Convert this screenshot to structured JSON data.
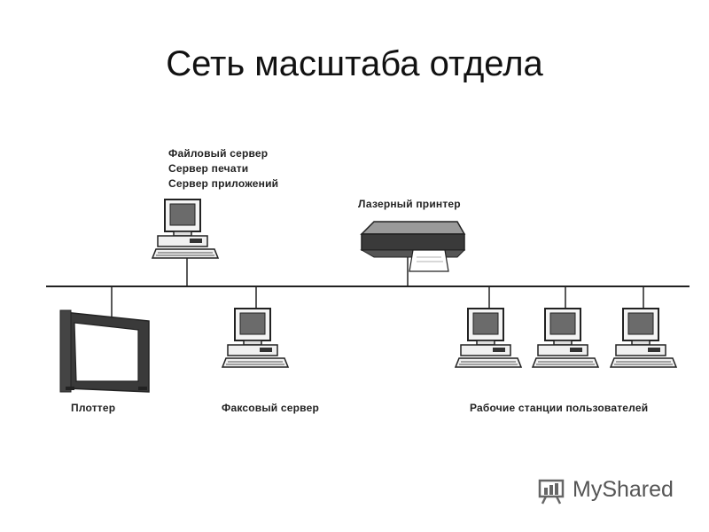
{
  "slide": {
    "title": "Сеть масштаба отдела"
  },
  "labels": {
    "server_line1": "Файловый сервер",
    "server_line2": "Сервер печати",
    "server_line3": "Сервер приложений",
    "printer": "Лазерный принтер",
    "plotter": "Плоттер",
    "fax_server": "Факсовый сервер",
    "workstations": "Рабочие станции пользователей"
  },
  "logo": {
    "text": "MyShared"
  }
}
